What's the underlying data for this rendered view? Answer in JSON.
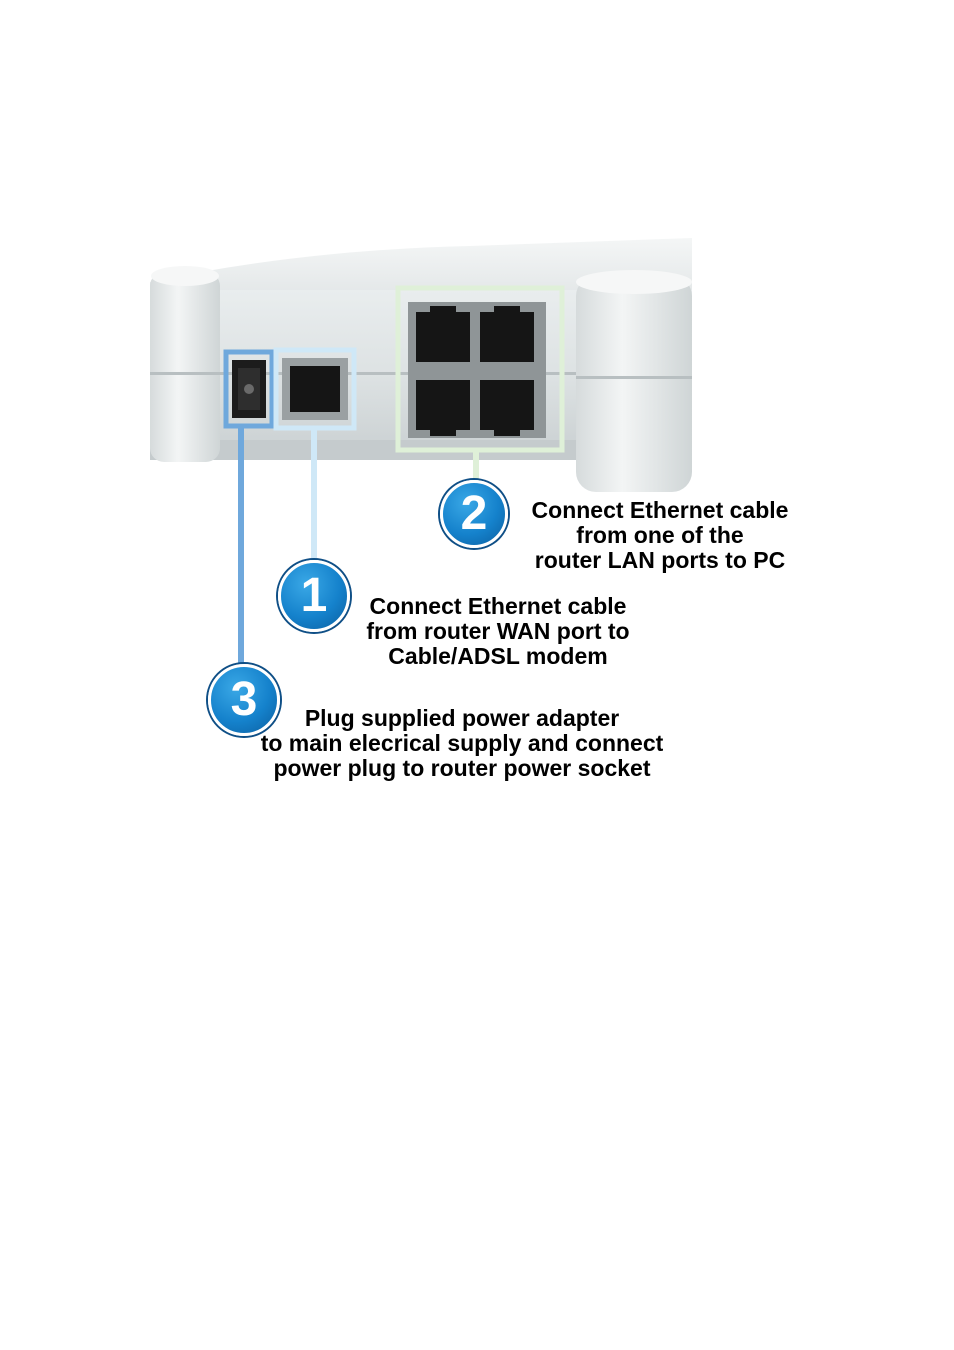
{
  "colors": {
    "badge": "#1582cc",
    "power_highlight": "#6fa8dc",
    "wan_highlight": "#cfe8f7",
    "lan_highlight": "#dff0d8"
  },
  "steps": [
    {
      "number": "1",
      "lines": [
        "Connect Ethernet cable",
        "from router WAN port to",
        "Cable/ADSL modem"
      ]
    },
    {
      "number": "2",
      "lines": [
        "Connect Ethernet cable",
        "from one of the",
        "router LAN ports to PC"
      ]
    },
    {
      "number": "3",
      "lines": [
        "Plug supplied power adapter",
        "to main elecrical supply and connect",
        "power plug to router power socket"
      ]
    }
  ]
}
